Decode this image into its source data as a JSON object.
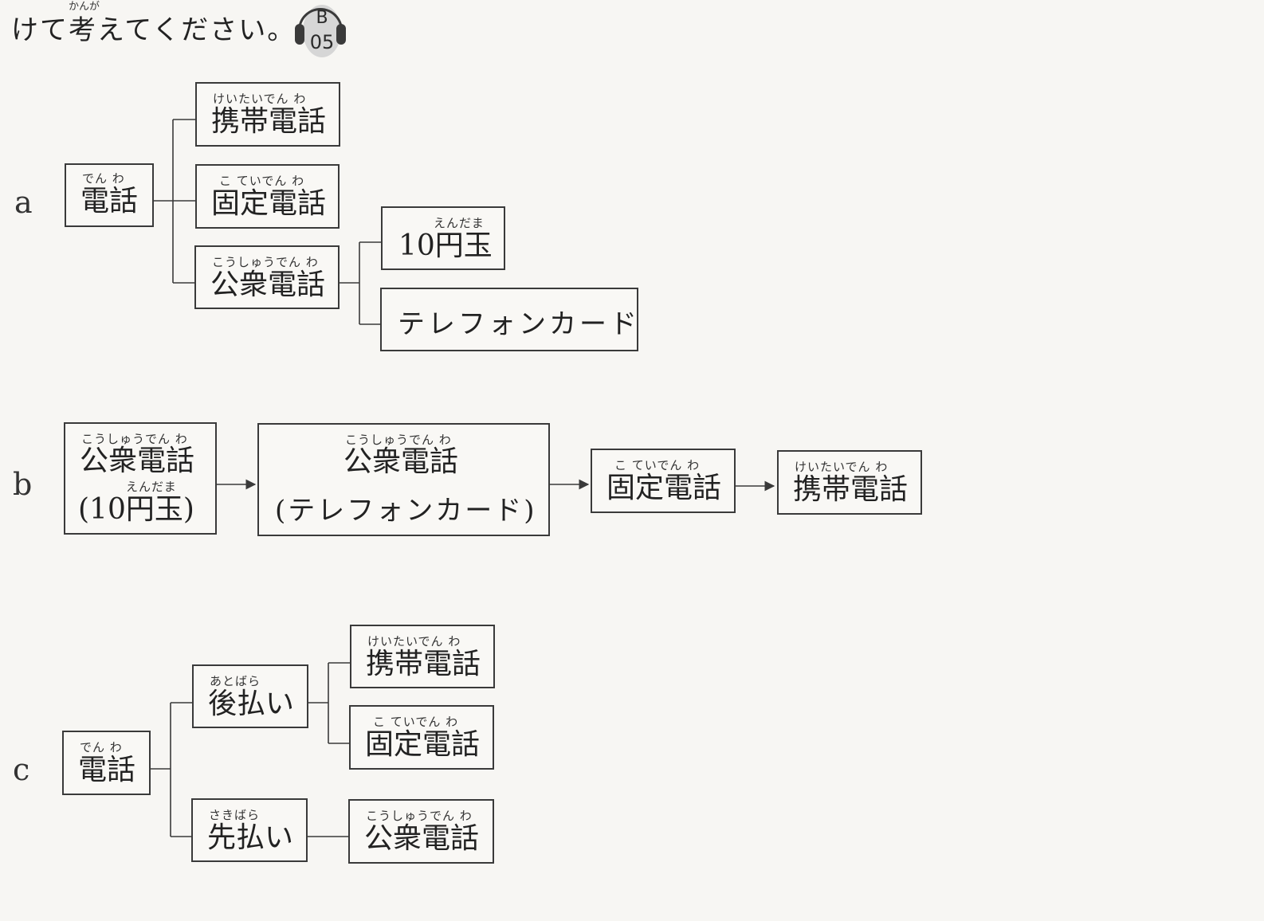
{
  "header": {
    "instruction": "けて考えてください。",
    "instruction_ruby": "かんが",
    "audio_track_letter": "B",
    "audio_track_number": "05",
    "audio_icon": "headphones-icon"
  },
  "sections": {
    "a": {
      "label": "a",
      "root": {
        "ruby": "でん わ",
        "text": "電話"
      },
      "mobile": {
        "ruby": "けいたいでん わ",
        "text": "携帯電話"
      },
      "landline": {
        "ruby": "こ ていでん わ",
        "text": "固定電話"
      },
      "public": {
        "ruby": "こうしゅうでん わ",
        "text": "公衆電話"
      },
      "coin": {
        "ruby": "えんだま",
        "text": "10円玉"
      },
      "card": {
        "text": "テレフォンカード"
      }
    },
    "b": {
      "label": "b",
      "step1": {
        "ruby": "こうしゅうでん わ",
        "text": "公衆電話",
        "ruby2": "えんだま",
        "text2": "(10円玉)"
      },
      "step2": {
        "ruby": "こうしゅうでん わ",
        "text": "公衆電話",
        "text2": "(テレフォンカード)"
      },
      "step3": {
        "ruby": "こ ていでん わ",
        "text": "固定電話"
      },
      "step4": {
        "ruby": "けいたいでん わ",
        "text": "携帯電話"
      }
    },
    "c": {
      "label": "c",
      "root": {
        "ruby": "でん わ",
        "text": "電話"
      },
      "postpay": {
        "ruby": "あとばら",
        "text": "後払い"
      },
      "prepay": {
        "ruby": "さきばら",
        "text": "先払い"
      },
      "mobile": {
        "ruby": "けいたいでん わ",
        "text": "携帯電話"
      },
      "landline": {
        "ruby": "こ ていでん わ",
        "text": "固定電話"
      },
      "public": {
        "ruby": "こうしゅうでん わ",
        "text": "公衆電話"
      }
    }
  }
}
